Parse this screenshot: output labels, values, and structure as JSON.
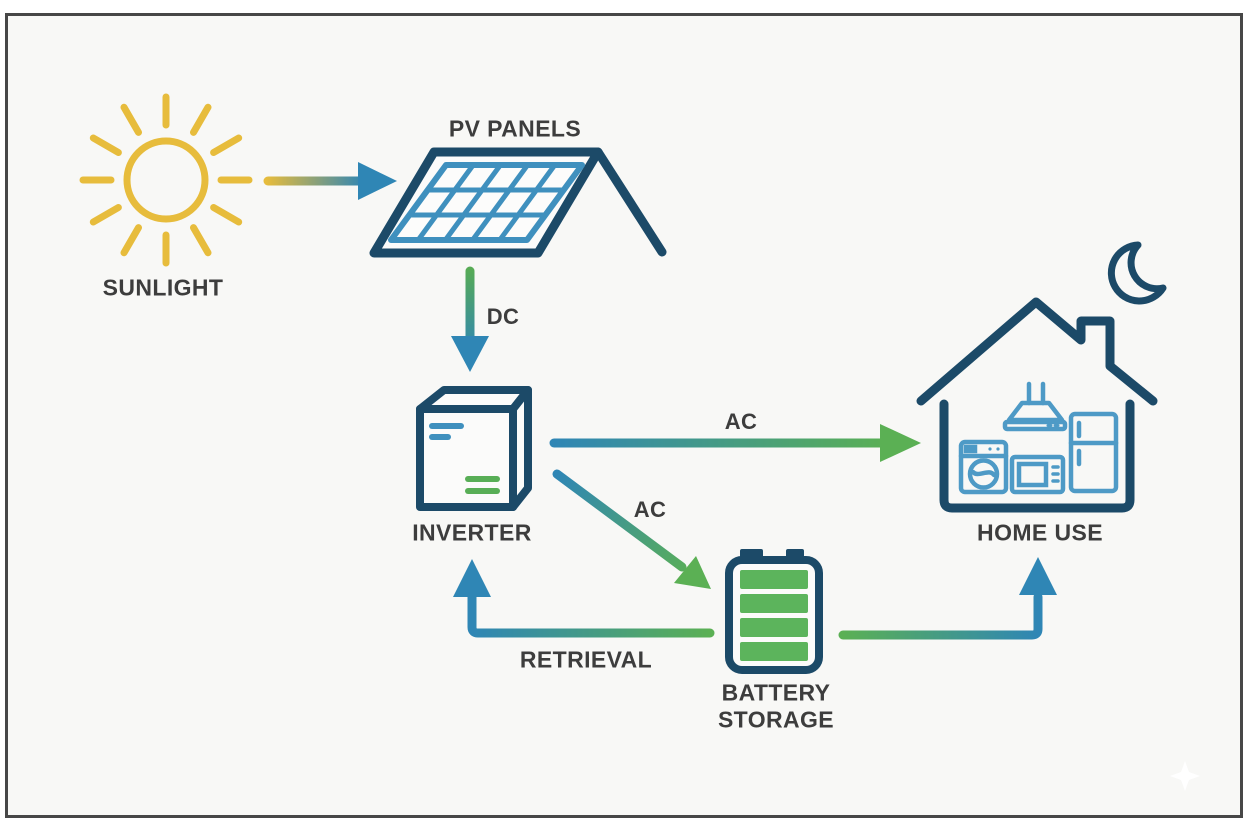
{
  "diagram": {
    "type": "flow-diagram",
    "labels": {
      "sunlight": "SUNLIGHT",
      "pv_panels": "PV PANELS",
      "dc": "DC",
      "inverter": "INVERTER",
      "ac_to_home": "AC",
      "ac_to_battery": "AC",
      "battery_line1": "BATTERY",
      "battery_line2": "STORAGE",
      "retrieval": "RETRIEVAL",
      "home_use": "HOME USE"
    },
    "flows": [
      {
        "from": "SUNLIGHT",
        "to": "PV PANELS",
        "label": ""
      },
      {
        "from": "PV PANELS",
        "to": "INVERTER",
        "label": "DC"
      },
      {
        "from": "INVERTER",
        "to": "HOME USE",
        "label": "AC"
      },
      {
        "from": "INVERTER",
        "to": "BATTERY STORAGE",
        "label": "AC"
      },
      {
        "from": "BATTERY STORAGE",
        "to": "INVERTER",
        "label": "RETRIEVAL"
      },
      {
        "from": "BATTERY STORAGE",
        "to": "HOME USE",
        "label": ""
      }
    ],
    "icons": [
      "sun-icon",
      "solar-panel-icon",
      "roof-icon",
      "inverter-icon",
      "battery-icon",
      "house-icon",
      "moon-icon",
      "washing-machine-icon",
      "range-hood-icon",
      "microwave-icon",
      "refrigerator-icon",
      "sparkle-icon"
    ],
    "colors": {
      "background": "#f8f8f6",
      "frame_border": "#474747",
      "sun_yellow": "#e7bc3c",
      "navy_outline": "#1c4a68",
      "panel_blue": "#3f90be",
      "appliance_blue": "#4e9ac6",
      "arrow_blue": "#2f86b5",
      "arrow_green": "#5bb054",
      "battery_green": "#5cb45c",
      "text": "#3d3d3d"
    }
  }
}
